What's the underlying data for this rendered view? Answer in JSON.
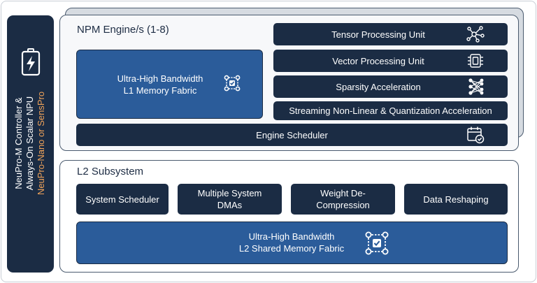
{
  "controller": {
    "line1": "NeuPro-M Controller &",
    "line2": "Always-On Scalar NPU",
    "line3": "NeuPro-Nano or SensPro",
    "icon": "battery-bolt-icon",
    "highlight_color": "#f0a35a"
  },
  "npm": {
    "title": "NPM Engine/s (1-8)",
    "l1_fabric": {
      "line1": "Ultra-High Bandwidth",
      "line2": "L1 Memory Fabric",
      "icon": "network-check-icon"
    },
    "units": [
      {
        "label": "Tensor Processing Unit",
        "icon": "neural-node-icon"
      },
      {
        "label": "Vector Processing Unit",
        "icon": "chip-icon"
      },
      {
        "label": "Sparsity Acceleration",
        "icon": "neural-network-icon"
      },
      {
        "label": "Streaming Non-Linear & Quantization Acceleration",
        "icon": ""
      }
    ],
    "scheduler": {
      "label": "Engine Scheduler",
      "icon": "calendar-check-icon"
    }
  },
  "l2": {
    "title": "L2 Subsystem",
    "items": [
      {
        "label": "System Scheduler"
      },
      {
        "line1": "Multiple System",
        "line2": "DMAs"
      },
      {
        "line1": "Weight De-",
        "line2": "Compression"
      },
      {
        "label": "Data Reshaping"
      }
    ],
    "fabric": {
      "line1": "Ultra-High Bandwidth",
      "line2": "L2 Shared Memory Fabric",
      "icon": "network-check-icon"
    }
  },
  "colors": {
    "dark_navy": "#1b2c44",
    "fabric_blue": "#2b5c9a",
    "panel_border": "#4a5a6e"
  }
}
